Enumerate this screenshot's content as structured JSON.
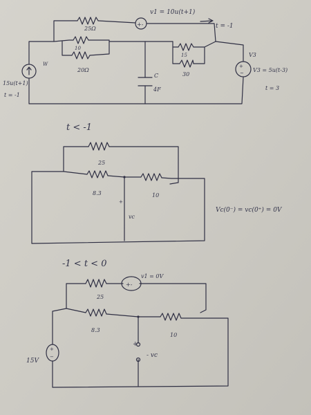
{
  "diagram1": {
    "r_top": "25Ω",
    "r_mid": "10",
    "r_low": "20Ω",
    "r_right_a": "15",
    "r_right_b": "30",
    "cap_name": "C",
    "cap_value": "4F",
    "src_top": "v1 = 10u(t+1)",
    "src_top_time": "t = -1",
    "src_left": "15u(t+1)",
    "src_left_time": "t = -1",
    "src_right_name": "V3",
    "src_right": "V3 = 5u(t-3)",
    "src_right_time": "t = 3",
    "src_left_mark": "W"
  },
  "section2": {
    "heading": "t < -1",
    "r_top": "25",
    "r_mid": "8.3",
    "r_right": "10",
    "vc_label": "vc",
    "ic_note": "Vc(0⁻) = vc(0⁺) = 0V"
  },
  "section3": {
    "heading": "-1 < t < 0",
    "r_top": "25",
    "src_top": "v1 = 0V",
    "r_mid": "8.3",
    "r_right": "10",
    "src_left": "15V",
    "vc_label": "- vc"
  }
}
